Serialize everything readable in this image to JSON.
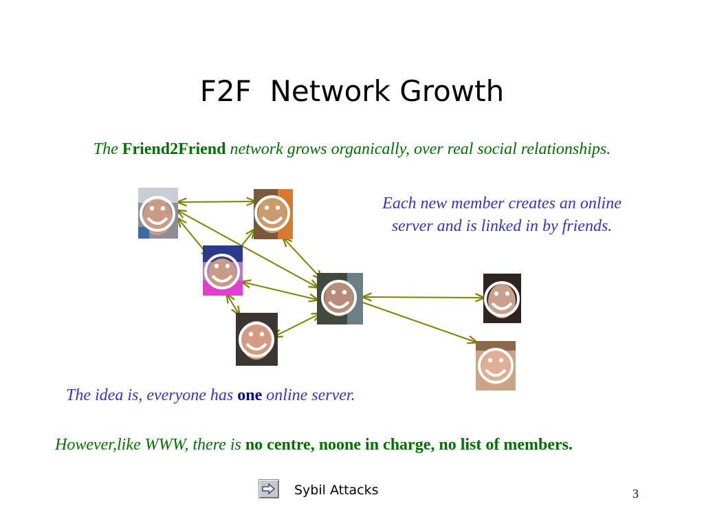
{
  "slide": {
    "title": "F2F  Network Growth",
    "intro": {
      "pre": "The ",
      "bold": "Friend2Friend",
      "post": " network grows organically, over real social relationships."
    },
    "member_note": {
      "line1": "Each new member creates an online",
      "line2": "server and is linked in by friends."
    },
    "idea": {
      "pre": "The idea is, everyone has ",
      "bold": "one",
      "post": " online server."
    },
    "however": {
      "pre": "However,like WWW, there is ",
      "bold": "no centre, noone in charge, no list of members."
    },
    "nav": {
      "label": "Sybil Attacks",
      "icon": "arrow-right-icon"
    },
    "page_number": "3"
  },
  "network": {
    "face_icon": "smiley-icon",
    "arrow_color": "#808000",
    "accent_green": "#007000",
    "accent_blue": "#3333cc"
  }
}
